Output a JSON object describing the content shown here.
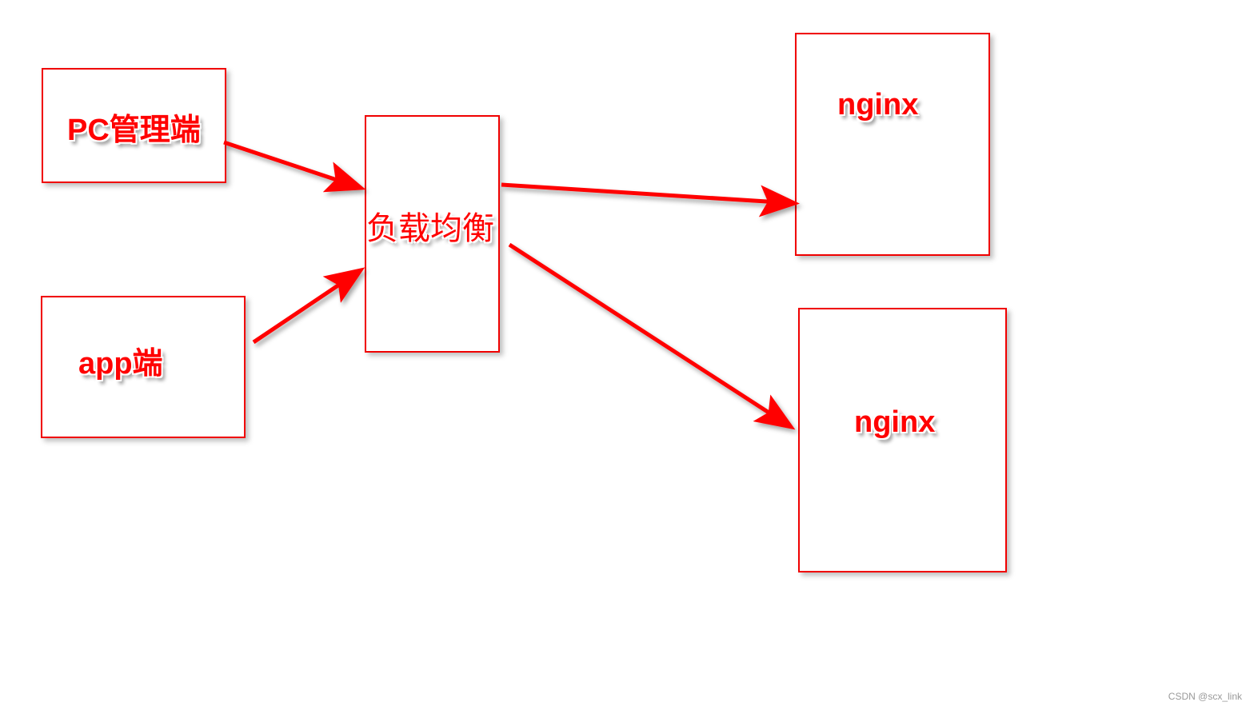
{
  "diagram": {
    "nodes": [
      {
        "id": "pc",
        "label": "PC管理端"
      },
      {
        "id": "app",
        "label": "app端"
      },
      {
        "id": "lb",
        "label": "负载均衡"
      },
      {
        "id": "nginx1",
        "label": "nginx"
      },
      {
        "id": "nginx2",
        "label": "nginx"
      }
    ],
    "edges": [
      {
        "from": "pc",
        "to": "lb"
      },
      {
        "from": "app",
        "to": "lb"
      },
      {
        "from": "lb",
        "to": "nginx1"
      },
      {
        "from": "lb",
        "to": "nginx2"
      }
    ],
    "colors": {
      "stroke": "#ff0000",
      "text": "#ff0000"
    }
  },
  "watermark": "CSDN @scx_link"
}
